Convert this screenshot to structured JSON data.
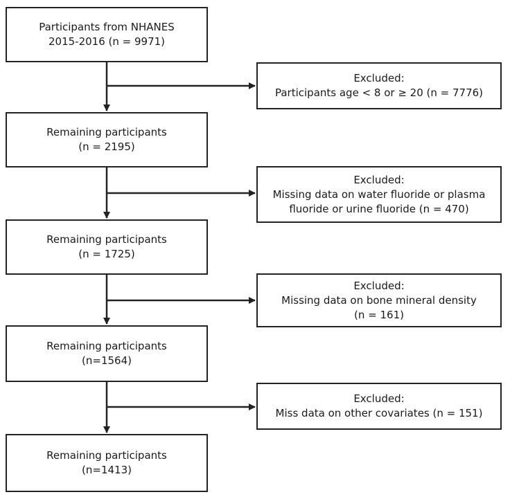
{
  "flow": {
    "main": [
      {
        "line1": "Participants from NHANES",
        "line2": "2015-2016 (n = 9971)"
      },
      {
        "line1": "Remaining participants",
        "line2": "(n = 2195)"
      },
      {
        "line1": "Remaining participants",
        "line2": "(n = 1725)"
      },
      {
        "line1": "Remaining participants",
        "line2": "(n=1564)"
      },
      {
        "line1": "Remaining participants",
        "line2": "(n=1413)"
      }
    ],
    "excluded": [
      {
        "line1": "Excluded:",
        "line2": "Participants age < 8 or ≥ 20 (n = 7776)"
      },
      {
        "line1": "Excluded:",
        "line2": "Missing data on water fluoride or plasma",
        "line3": "fluoride or urine fluoride (n = 470)"
      },
      {
        "line1": "Excluded:",
        "line2": "Missing data on bone mineral density",
        "line3": "(n = 161)"
      },
      {
        "line1": "Excluded:",
        "line2": "Miss data on other covariates (n = 151)"
      }
    ]
  }
}
